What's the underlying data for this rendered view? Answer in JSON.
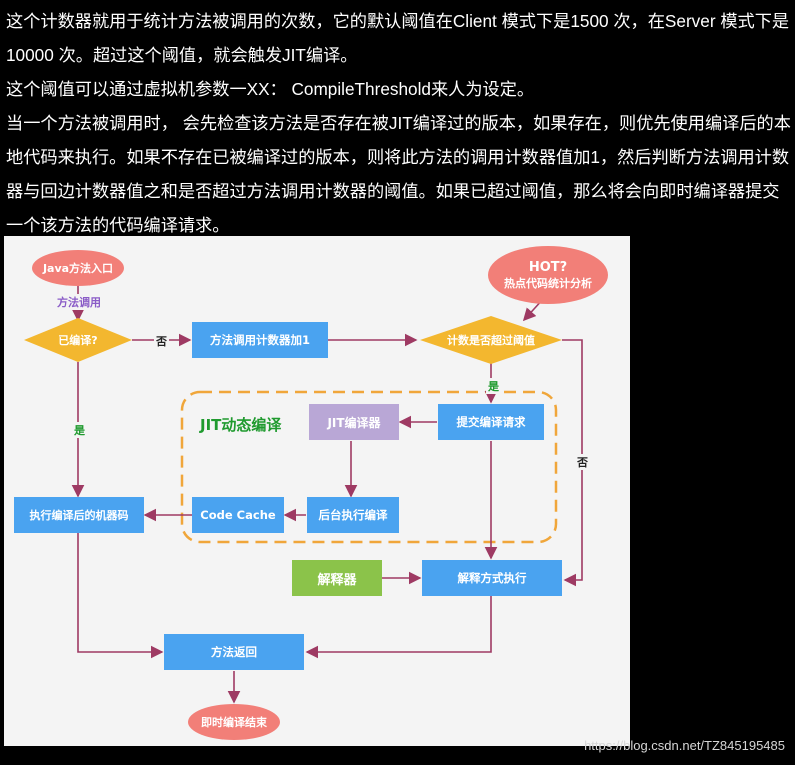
{
  "article": {
    "paragraphs": [
      "这个计数器就用于统计方法被调用的次数，它的默认阈值在Client 模式下是1500 次，在Server 模式下是10000 次。超过这个阈值，就会触发JIT编译。",
      "这个阈值可以通过虚拟机参数一XX： CompileThreshold来人为设定。",
      "当一个方法被调用时， 会先检查该方法是否存在被JIT编译过的版本，如果存在，则优先使用编译后的本地代码来执行。如果不存在已被编译过的版本，则将此方法的调用计数器值加1，然后判断方法调用计数器与回边计数器值之和是否超过方法调用计数器的阈值。如果已超过阈值，那么将会向即时编译器提交一个该方法的代码编译请求。"
    ]
  },
  "diagram": {
    "start": "Java方法入口",
    "call_label": "方法调用",
    "compiled_check": "已编译?",
    "no_label": "否",
    "increment": "方法调用计数器加1",
    "threshold_check": "计数是否超过阈值",
    "hot": "HOT?",
    "hot_sub": "热点代码统计分析",
    "yes_label_1": "是",
    "yes_label_2": "是",
    "no_label_2": "否",
    "jit_group": "JIT动态编译",
    "jit_compiler": "JIT编译器",
    "submit": "提交编译请求",
    "exec_machine": "执行编译后的机器码",
    "code_cache": "Code Cache",
    "bg_compile": "后台执行编译",
    "interpreter": "解释器",
    "interpret_exec": "解释方式执行",
    "method_return": "方法返回",
    "end": "即时编译结束"
  },
  "watermark": "https://blog.csdn.net/TZ845195485",
  "colors": {
    "blue": "#4aa3f0",
    "orange": "#f3b72f",
    "red": "#f27f78",
    "purple": "#b9a7d6",
    "green": "#8bc34a",
    "arrow": "#9e3a63",
    "jit_text": "#1f9a2e",
    "dash": "#f0a63a"
  }
}
